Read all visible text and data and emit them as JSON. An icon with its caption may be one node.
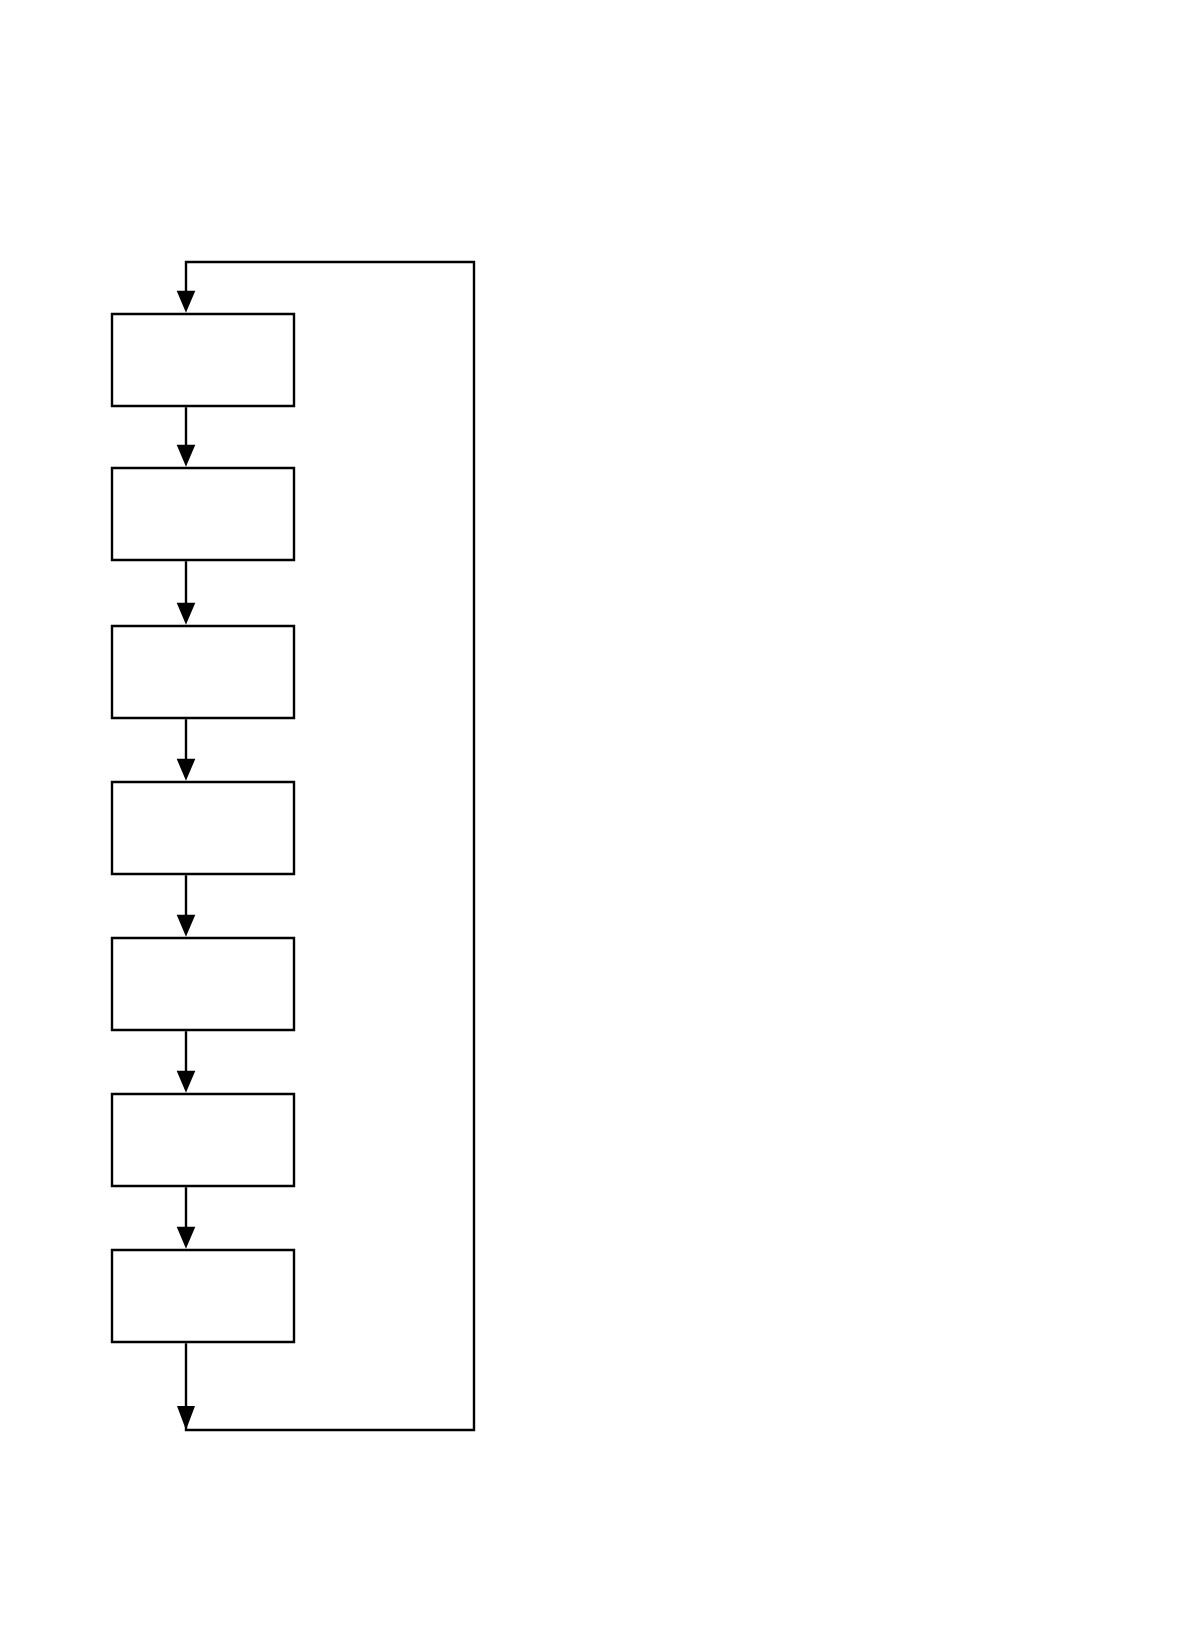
{
  "diagram": {
    "nodes": [
      {
        "text": [],
        "shape": "box"
      },
      {
        "text": [],
        "shape": "box"
      },
      {
        "text": [],
        "shape": "box"
      },
      {
        "text": [],
        "shape": "box"
      },
      {
        "text": [],
        "shape": "box"
      },
      {
        "text": [],
        "shape": "box"
      },
      {
        "text": [],
        "shape": "box"
      }
    ],
    "edges": [
      {
        "from": 0,
        "to": 1,
        "arrow": "to"
      },
      {
        "from": 1,
        "to": 2,
        "arrow": "to"
      },
      {
        "from": 2,
        "to": 3,
        "arrow": "to"
      },
      {
        "from": 3,
        "to": 4,
        "arrow": "to"
      },
      {
        "from": 4,
        "to": 5,
        "arrow": "to"
      },
      {
        "from": 5,
        "to": 6,
        "arrow": "to"
      },
      {
        "from": 6,
        "to": 0,
        "arrow": "to"
      }
    ]
  }
}
